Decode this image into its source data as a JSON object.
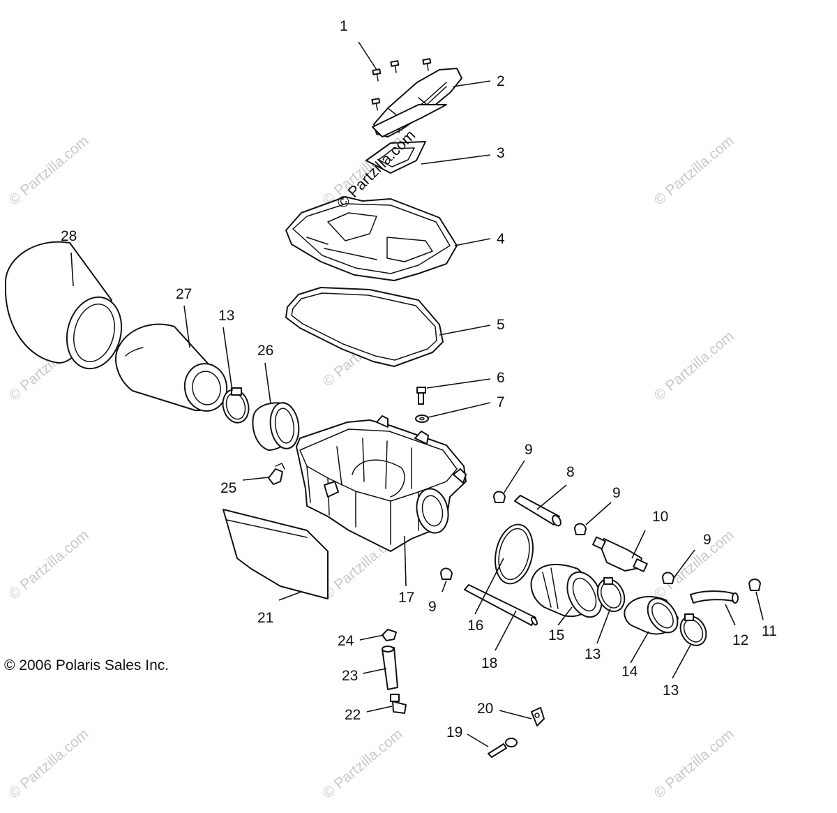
{
  "copyright": "© 2006 Polaris Sales Inc.",
  "watermark": "© Partzilla.com",
  "callouts": [
    "1",
    "2",
    "3",
    "4",
    "5",
    "6",
    "7",
    "8",
    "9",
    "9",
    "9",
    "9",
    "10",
    "11",
    "12",
    "13",
    "13",
    "13",
    "14",
    "15",
    "16",
    "17",
    "18",
    "19",
    "20",
    "21",
    "22",
    "23",
    "24",
    "25",
    "26",
    "27",
    "28"
  ],
  "parts": [
    "screw",
    "air-intake-duct",
    "duct-seal",
    "airbox-cover",
    "cover-gasket",
    "bolt",
    "washer",
    "hose-8",
    "hose-clip",
    "fuel-filter",
    "hose-clip-11",
    "hose-12",
    "hose-clamp",
    "adapter-14",
    "adapter-15",
    "o-ring-16",
    "airbox-base",
    "tube-18",
    "pin-19",
    "bracket-20",
    "plate-21",
    "drain-valve-22",
    "drain-tube-23",
    "clip-24",
    "clip-25",
    "filter-nut-26",
    "air-filter-27",
    "pre-filter-28"
  ]
}
